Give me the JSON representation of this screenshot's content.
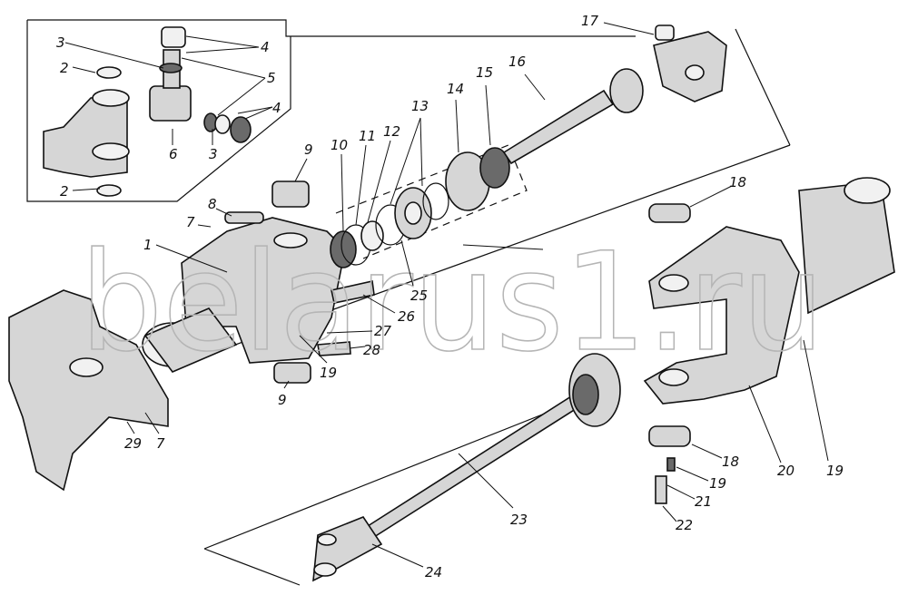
{
  "diagram": {
    "watermark": "belarus1.ru",
    "inset_labels": [
      "3",
      "2",
      "4",
      "5",
      "4",
      "6",
      "3",
      "2"
    ],
    "labels": [
      "17",
      "16",
      "15",
      "14",
      "13",
      "12",
      "11",
      "10",
      "9",
      "8",
      "7",
      "1",
      "18",
      "26",
      "27",
      "28",
      "19",
      "9",
      "25",
      "29",
      "7",
      "20",
      "19",
      "18",
      "19",
      "21",
      "22",
      "23",
      "24"
    ]
  }
}
